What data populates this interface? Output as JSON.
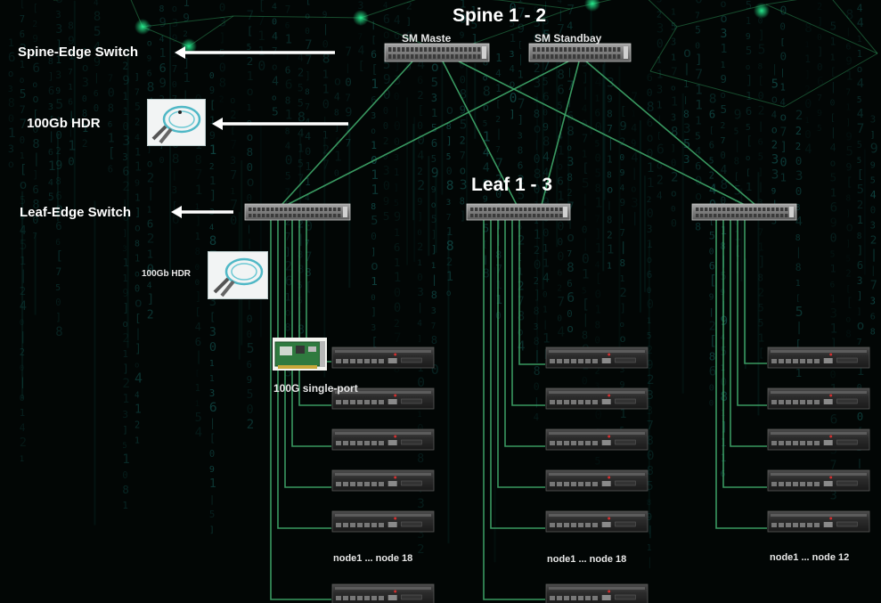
{
  "titles": {
    "spine": "Spine 1 - 2",
    "leaf": "Leaf 1 - 3"
  },
  "spine_switches": [
    {
      "label": "SM Maste"
    },
    {
      "label": "SM Standbay"
    }
  ],
  "legend": {
    "spine_edge": "Spine-Edge Switch",
    "hdr_top": "100Gb HDR",
    "leaf_edge": "Leaf-Edge Switch",
    "hdr_small": "100Gb HDR",
    "nic": "100G single-port"
  },
  "node_groups": [
    {
      "caption": "node1 ...  node 18"
    },
    {
      "caption": "node1 ...  node 18"
    },
    {
      "caption": "node1 ...  node 12"
    }
  ],
  "colors": {
    "background": "#020605",
    "link": "#3fa86a",
    "matrix_text": "#1f8f8a",
    "switch_body": "#8a8a8a",
    "server_body": "#2a2a2a",
    "label_text": "#ffffff"
  }
}
